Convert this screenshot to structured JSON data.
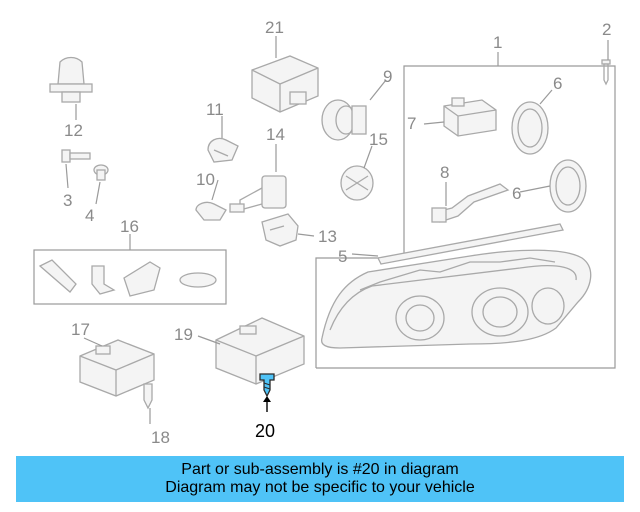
{
  "diagram": {
    "callouts": [
      {
        "id": "1",
        "text": "1"
      },
      {
        "id": "2",
        "text": "2"
      },
      {
        "id": "3",
        "text": "3"
      },
      {
        "id": "4",
        "text": "4"
      },
      {
        "id": "5",
        "text": "5"
      },
      {
        "id": "6a",
        "text": "6"
      },
      {
        "id": "6b",
        "text": "6"
      },
      {
        "id": "7",
        "text": "7"
      },
      {
        "id": "8",
        "text": "8"
      },
      {
        "id": "9",
        "text": "9"
      },
      {
        "id": "10",
        "text": "10"
      },
      {
        "id": "11",
        "text": "11"
      },
      {
        "id": "12",
        "text": "12"
      },
      {
        "id": "13",
        "text": "13"
      },
      {
        "id": "14",
        "text": "14"
      },
      {
        "id": "15",
        "text": "15"
      },
      {
        "id": "16",
        "text": "16"
      },
      {
        "id": "17",
        "text": "17"
      },
      {
        "id": "18",
        "text": "18"
      },
      {
        "id": "19",
        "text": "19"
      },
      {
        "id": "20",
        "text": "20"
      },
      {
        "id": "21",
        "text": "21"
      }
    ],
    "highlight_part": "20",
    "highlight_color": "#4fc3f7"
  },
  "banner": {
    "line1": "Part or sub-assembly is #20 in diagram",
    "line2": "Diagram may not be specific to your vehicle",
    "background": "#4fc3f7"
  }
}
